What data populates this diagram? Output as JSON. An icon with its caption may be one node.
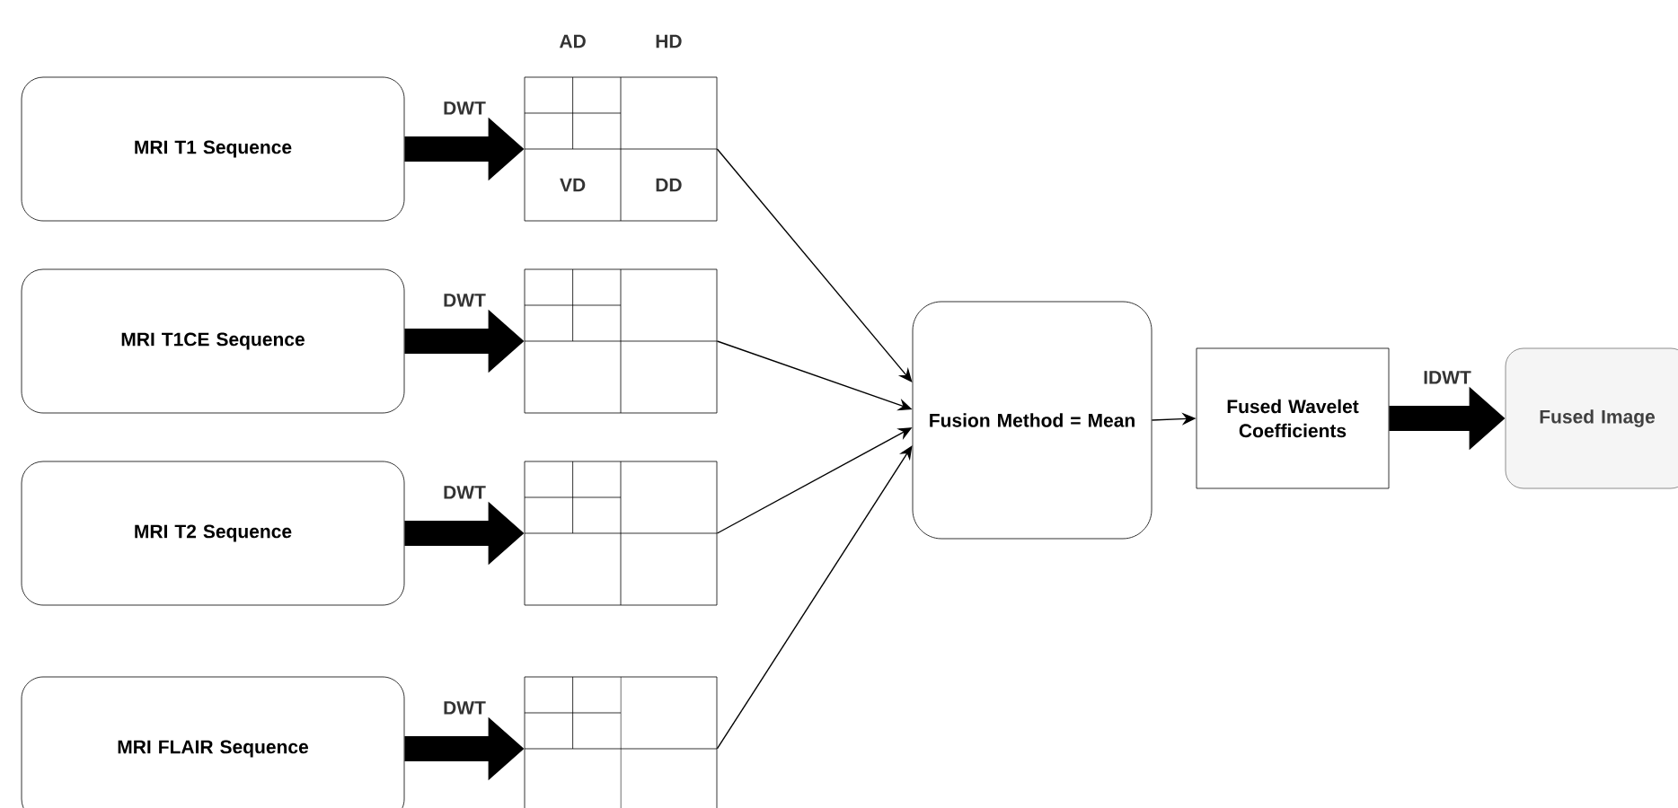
{
  "diagram": {
    "nodes": [
      {
        "text": [
          "MRI T1 Sequence"
        ]
      },
      {
        "text": [
          "MRI T1CE Sequence"
        ]
      },
      {
        "text": [
          "MRI T2 Sequence"
        ]
      },
      {
        "text": [
          "MRI FLAIR Sequence"
        ]
      },
      {
        "text": [
          "AD",
          "HD",
          "VD",
          "DD"
        ]
      },
      {
        "text": [],
        "shape": "box"
      },
      {
        "text": [],
        "shape": "box"
      },
      {
        "text": [],
        "shape": "box"
      },
      {
        "text": [
          "Fusion Method = Mean"
        ]
      },
      {
        "text": [
          "Fused Wavelet Coefficients"
        ]
      },
      {
        "text": [
          "Fused Image"
        ]
      }
    ],
    "edges": [
      {
        "from": 0,
        "to": 4,
        "arrow": "to",
        "label": "DWT",
        "style": "thick"
      },
      {
        "from": 1,
        "to": 5,
        "arrow": "to",
        "label": "DWT",
        "style": "thick"
      },
      {
        "from": 2,
        "to": 6,
        "arrow": "to",
        "label": "DWT",
        "style": "thick"
      },
      {
        "from": 3,
        "to": 7,
        "arrow": "to",
        "label": "DWT",
        "style": "thick"
      },
      {
        "from": 4,
        "to": 8,
        "arrow": "to"
      },
      {
        "from": 5,
        "to": 8,
        "arrow": "to"
      },
      {
        "from": 6,
        "to": 8,
        "arrow": "to"
      },
      {
        "from": 7,
        "to": 8,
        "arrow": "to"
      },
      {
        "from": 8,
        "to": 9,
        "arrow": "to"
      },
      {
        "from": 9,
        "to": 10,
        "arrow": "to",
        "label": "IDWT",
        "style": "thick"
      }
    ]
  }
}
